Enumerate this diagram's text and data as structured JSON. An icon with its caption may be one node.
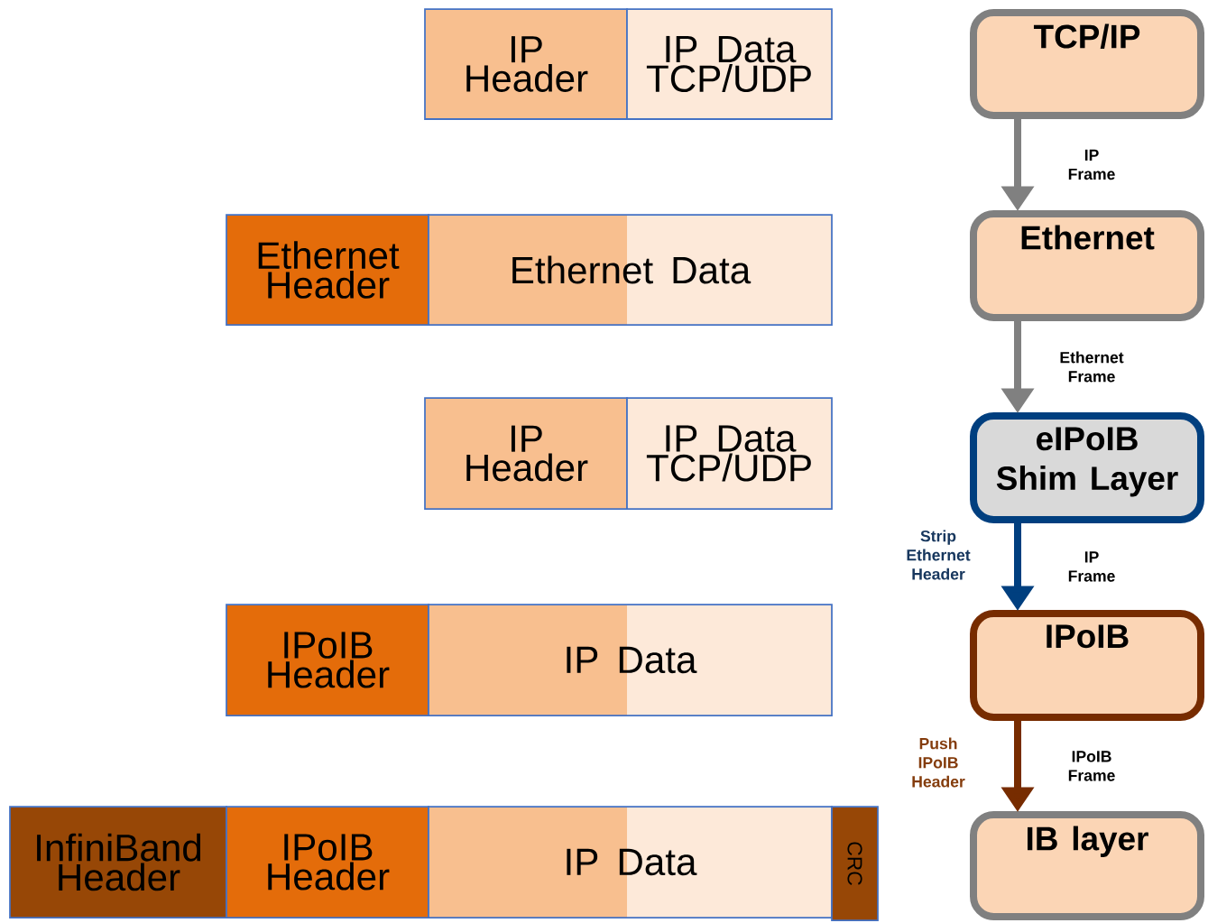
{
  "diagram": {
    "nodes": [
      {
        "text": [
          "TCP/IP"
        ]
      },
      {
        "text": [
          "Ethernet"
        ]
      },
      {
        "text": [
          "eIPoIB Shim Layer"
        ]
      },
      {
        "text": [
          "IPoIB"
        ]
      },
      {
        "text": [
          "IB layer"
        ]
      },
      {
        "text": [
          "IP Header"
        ]
      },
      {
        "text": [
          "IP Data TCP/UDP"
        ]
      },
      {
        "text": [
          "Ethernet Header"
        ]
      },
      {
        "text": [
          "Ethernet Data"
        ]
      },
      {
        "text": [
          "IP Header"
        ]
      },
      {
        "text": [
          "IP Data TCP/UDP"
        ]
      },
      {
        "text": [
          "IPoIB Header"
        ]
      },
      {
        "text": [
          "IP Data"
        ]
      },
      {
        "text": [
          "InfiniBand Header"
        ]
      },
      {
        "text": [
          "IPoIB Header"
        ]
      },
      {
        "text": [
          "IP Data"
        ]
      },
      {
        "text": [
          "CRC"
        ]
      }
    ],
    "edges": [
      {
        "from": 0,
        "to": 1,
        "arrow": "to",
        "label": "IP Frame",
        "color": "#808080"
      },
      {
        "from": 1,
        "to": 2,
        "arrow": "to",
        "label": "Ethernet Frame",
        "color": "#808080"
      },
      {
        "from": 2,
        "to": 3,
        "arrow": "to",
        "label": "IP Frame",
        "color": "#003f7f"
      },
      {
        "from": 3,
        "to": 4,
        "arrow": "to",
        "label": "IPoIB Frame",
        "color": "#772c00"
      }
    ],
    "labels": [
      "Strip Ethernet Header",
      "Push IPoIB Header"
    ]
  }
}
